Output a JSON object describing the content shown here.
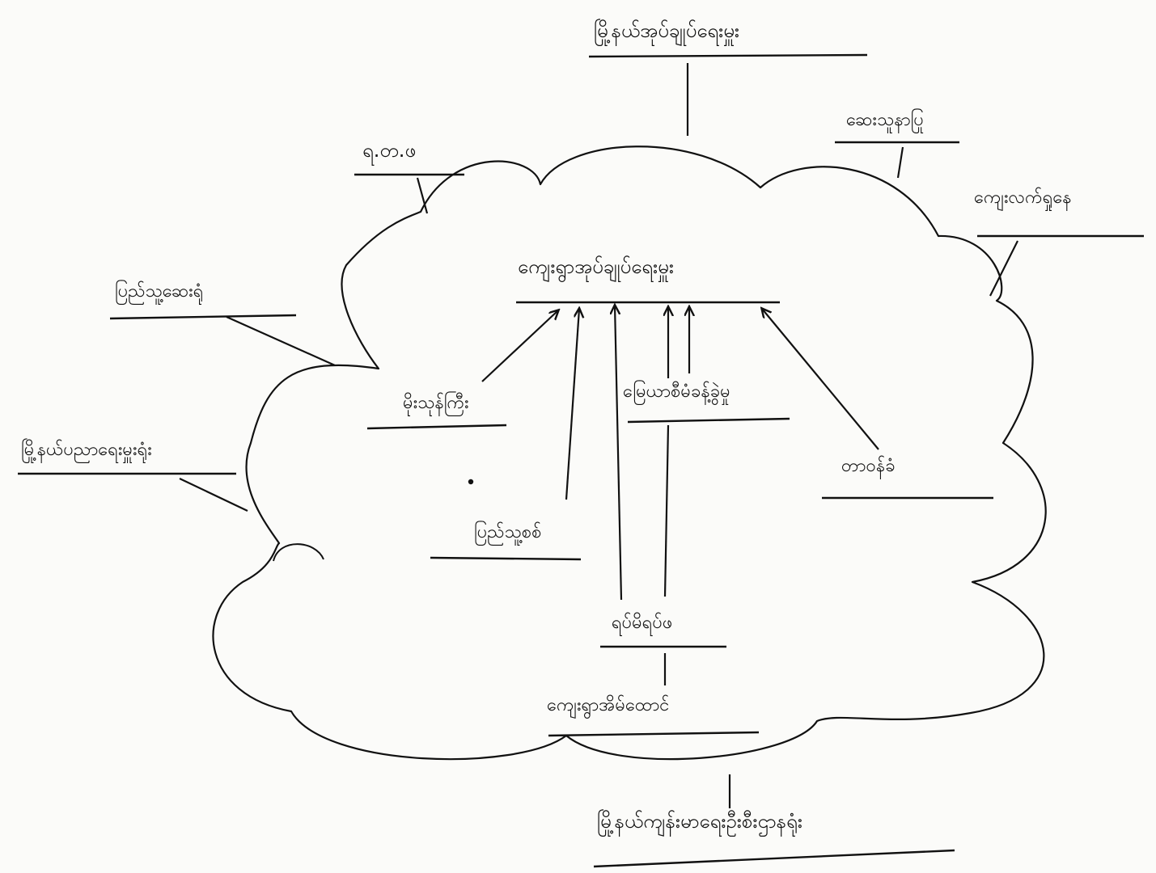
{
  "center": {
    "label": "ကျေးရွာအုပ်ချုပ်ရေးမှူး"
  },
  "inner_nodes": [
    {
      "id": "a",
      "label": "မိုးသုန်ကြီး"
    },
    {
      "id": "b",
      "label": "ပြည်သူ့စစ်"
    },
    {
      "id": "c",
      "label": "မြေယာစီမံခန့်ခွဲမှု"
    },
    {
      "id": "d",
      "label": "တာဝန်ခံ"
    },
    {
      "id": "e",
      "label": "ရပ်မိရပ်ဖ"
    },
    {
      "id": "f",
      "label": "ကျေးရွာအိမ်ထောင်"
    }
  ],
  "outer_nodes": [
    {
      "id": "top",
      "label": "မြို့နယ်အုပ်ချုပ်ရေးမှူး"
    },
    {
      "id": "ulp",
      "label": "ရ.တ.ဖ"
    },
    {
      "id": "health",
      "label": "ဆေးသူနာပြု"
    },
    {
      "id": "school",
      "label": "ကျေးလက်ရှုနေ"
    },
    {
      "id": "popcare",
      "label": "ပြည်သူ့ဆေးရုံ"
    },
    {
      "id": "edu",
      "label": "မြို့နယ်ပညာရေးမှူးရုံး"
    },
    {
      "id": "bottom",
      "label": "မြို့နယ်ကျန်းမာရေးဦးစီးဌာနရုံး"
    }
  ],
  "colors": {
    "ink": "#111111",
    "paper": "#fbfbf9"
  }
}
